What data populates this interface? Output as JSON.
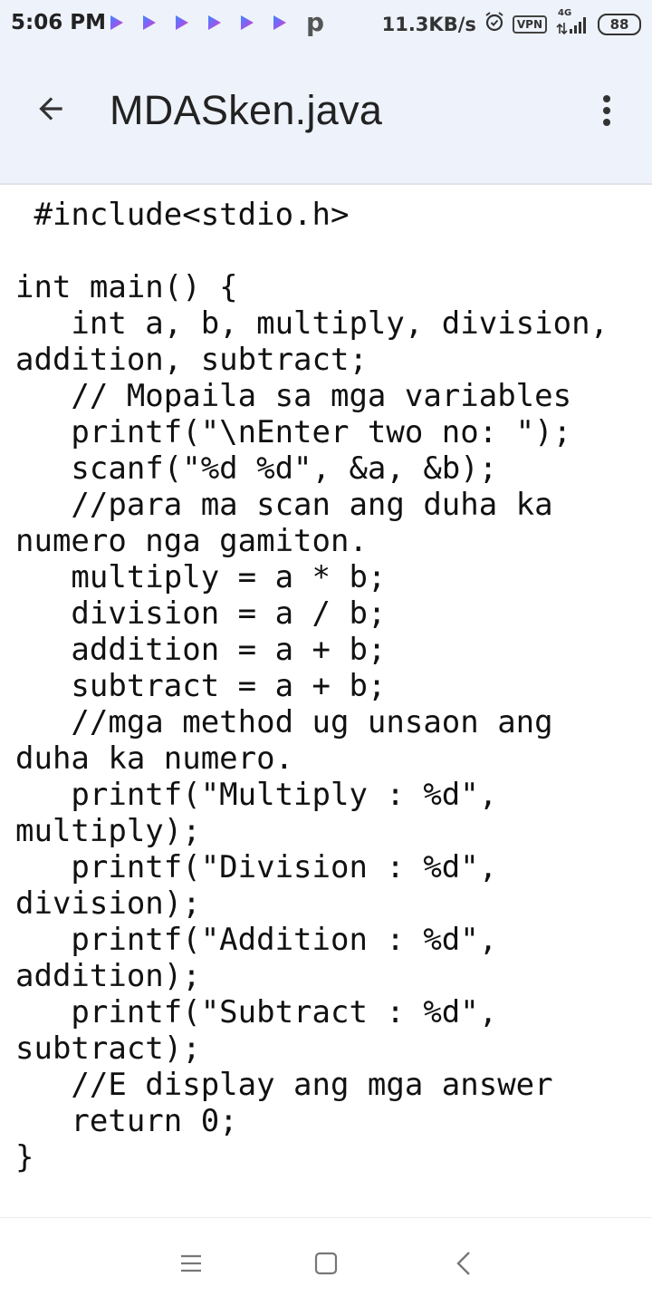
{
  "status_bar": {
    "time": "5:06 PM",
    "notification_icons": [
      "play-icon",
      "play-icon",
      "play-icon",
      "play-icon",
      "play-icon",
      "play-icon",
      "p-icon"
    ],
    "notification_letter": "p",
    "network_speed": "11.3KB/s",
    "vpn_label": "VPN",
    "network_type": "4G",
    "battery_level": "88"
  },
  "app_bar": {
    "title": "MDASken.java",
    "back_icon": "arrow-back-icon",
    "more_icon": "more-vert-icon"
  },
  "code": {
    "lines": [
      " #include<stdio.h>",
      "",
      "int main() {",
      "   int a, b, multiply, division,",
      "addition, subtract;",
      "   // Mopaila sa mga variables",
      "   printf(\"\\nEnter two no: \");",
      "   scanf(\"%d %d\", &a, &b);",
      "   //para ma scan ang duha ka",
      "numero nga gamiton.",
      "   multiply = a * b;",
      "   division = a / b;",
      "   addition = a + b;",
      "   subtract = a + b;",
      "   //mga method ug unsaon ang",
      "duha ka numero.",
      "   printf(\"Multiply : %d\",",
      "multiply);",
      "   printf(\"Division : %d\",",
      "division);",
      "   printf(\"Addition : %d\",",
      "addition);",
      "   printf(\"Subtract : %d\",",
      "subtract);",
      "   //E display ang mga answer",
      "   return 0;",
      "}"
    ]
  },
  "nav_bar": {
    "menu_icon": "menu-icon",
    "home_icon": "home-square-icon",
    "back_icon": "nav-back-icon"
  },
  "colors": {
    "app_bar_bg": "#eef2fb",
    "text": "#111111",
    "divider": "#dfe2e8",
    "play_icon_blue": "#3d8af7",
    "play_icon_pink": "#e84a8a"
  }
}
